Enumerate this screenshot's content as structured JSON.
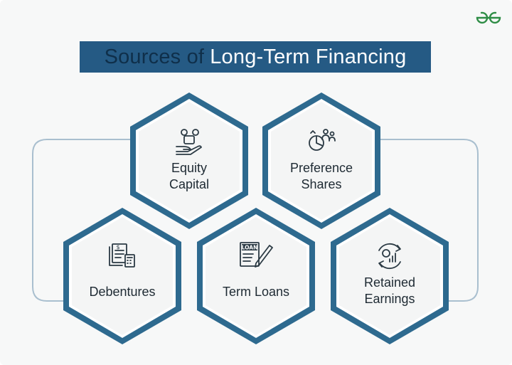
{
  "title": {
    "part1": "Sources of",
    "part2": "Long-Term Financing"
  },
  "colors": {
    "title_bg": "#255a84",
    "title_dark_text": "#0f2f4a",
    "hex_border": "#2e6a8f",
    "hex_fill": "#f4f5f5",
    "connector": "#a9bfcf",
    "icon": "#2b3a44",
    "logo": "#2f8d46"
  },
  "logo": {
    "icon": "gfg-logo-icon"
  },
  "sources": [
    {
      "label": "Equity\nCapital",
      "icon": "hand-money-icon"
    },
    {
      "label": "Preference\nShares",
      "icon": "pie-people-icon"
    },
    {
      "label": "Debentures",
      "icon": "document-calculator-icon"
    },
    {
      "label": "Term Loans",
      "icon": "loan-document-icon"
    },
    {
      "label": "Retained\nEarnings",
      "icon": "cycle-chart-icon"
    }
  ]
}
